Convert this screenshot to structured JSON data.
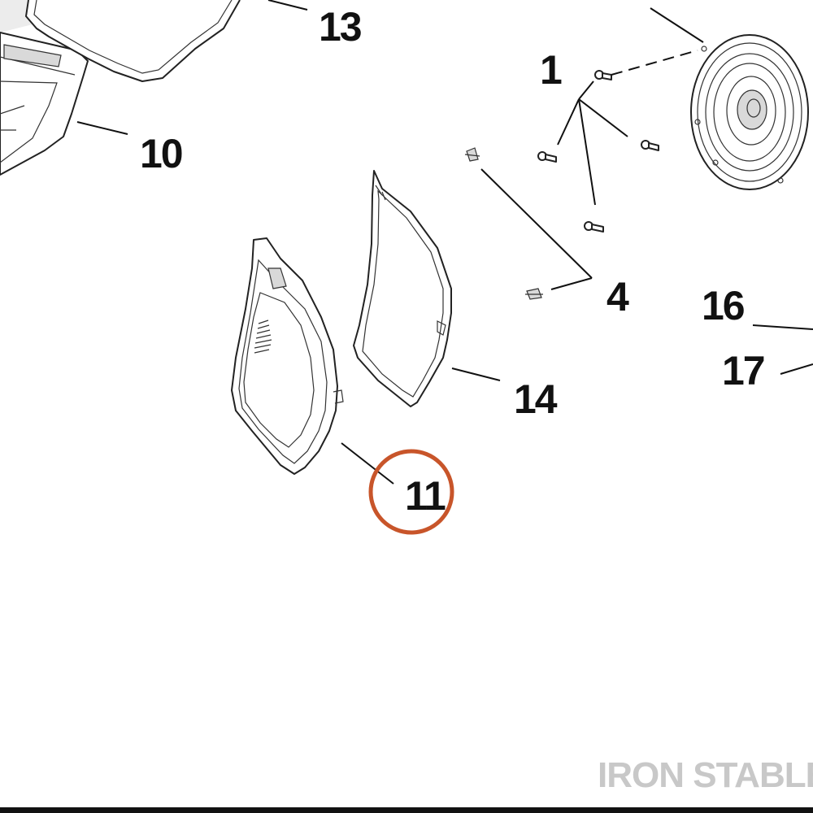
{
  "callouts": {
    "c1": "1",
    "c4": "4",
    "c10": "10",
    "c11": "11",
    "c13": "13",
    "c14": "14",
    "c16": "16",
    "c17": "17"
  },
  "watermark": "IRON STABLE",
  "colors": {
    "highlight_circle": "#c8552a",
    "ink": "#111111",
    "watermark": "#c8c8c8",
    "bottom_bar": "#111111"
  }
}
